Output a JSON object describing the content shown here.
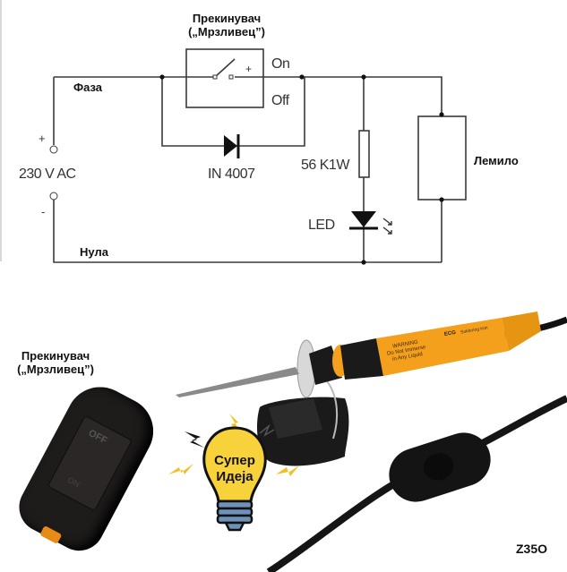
{
  "schematic": {
    "switch_title_line1": "Прекинувач",
    "switch_title_line2": "(„Мрзливец”)",
    "switch_plus": "+",
    "switch_on": "On",
    "switch_off": "Off",
    "phase_label": "Фаза",
    "neutral_label": "Нула",
    "source_plus": "+",
    "source_minus": "-",
    "source_label": "230 V AC",
    "diode_label": "IN 4007",
    "resistor_label": "56 K1W",
    "led_label": "LED",
    "load_label": "Лемило"
  },
  "photo": {
    "switch_title_line1": "Прекинувач",
    "switch_title_line2": "(„Мрзливец”)",
    "rocker_off": "OFF",
    "rocker_on": "ON",
    "bulb_line1": "Супер",
    "bulb_line2": "Идеја",
    "iron_warning_1": "WARNING",
    "iron_warning_2": "Do Not Immerse",
    "iron_warning_3": "in Any Liquid",
    "iron_brand": "ECG",
    "iron_type": "Soldering iron",
    "signature": "Z35O"
  },
  "colors": {
    "wire": "#3a3a3a",
    "bulb_yellow": "#f7d23b",
    "bolt_yellow": "#f0c020",
    "iron_orange": "#f5a01c",
    "bulb_base": "#6f90b8",
    "black_plastic": "#1c1a1a"
  }
}
